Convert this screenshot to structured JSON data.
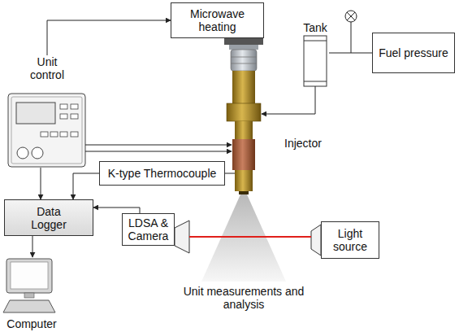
{
  "diagram": {
    "nodes": [
      {
        "text": [
          "Microwave heating"
        ]
      },
      {
        "text": [
          "Unit control"
        ]
      },
      {
        "text": [
          "Tank"
        ]
      },
      {
        "text": [
          "Fuel pressure"
        ]
      },
      {
        "text": [
          "K-type Thermocouple"
        ]
      },
      {
        "text": [
          "Data Logger"
        ]
      },
      {
        "text": [
          "LDSA & Camera"
        ]
      },
      {
        "text": [
          "Light source"
        ]
      },
      {
        "text": [
          "Computer"
        ]
      }
    ],
    "edges": [
      {
        "from": 1,
        "to": 0,
        "arrow": "to"
      },
      {
        "from": 1,
        "to": 5,
        "arrow": "to"
      },
      {
        "from": 4,
        "to": 5,
        "arrow": "to"
      },
      {
        "from": 6,
        "to": 5,
        "arrow": "to"
      },
      {
        "from": 5,
        "to": 8,
        "arrow": "to"
      },
      {
        "from": 3,
        "to": 2,
        "arrow": "none"
      },
      {
        "from": 6,
        "to": 7,
        "arrow": "none"
      }
    ],
    "labels": [
      "Injector",
      "Unit measurements and analysis"
    ]
  }
}
